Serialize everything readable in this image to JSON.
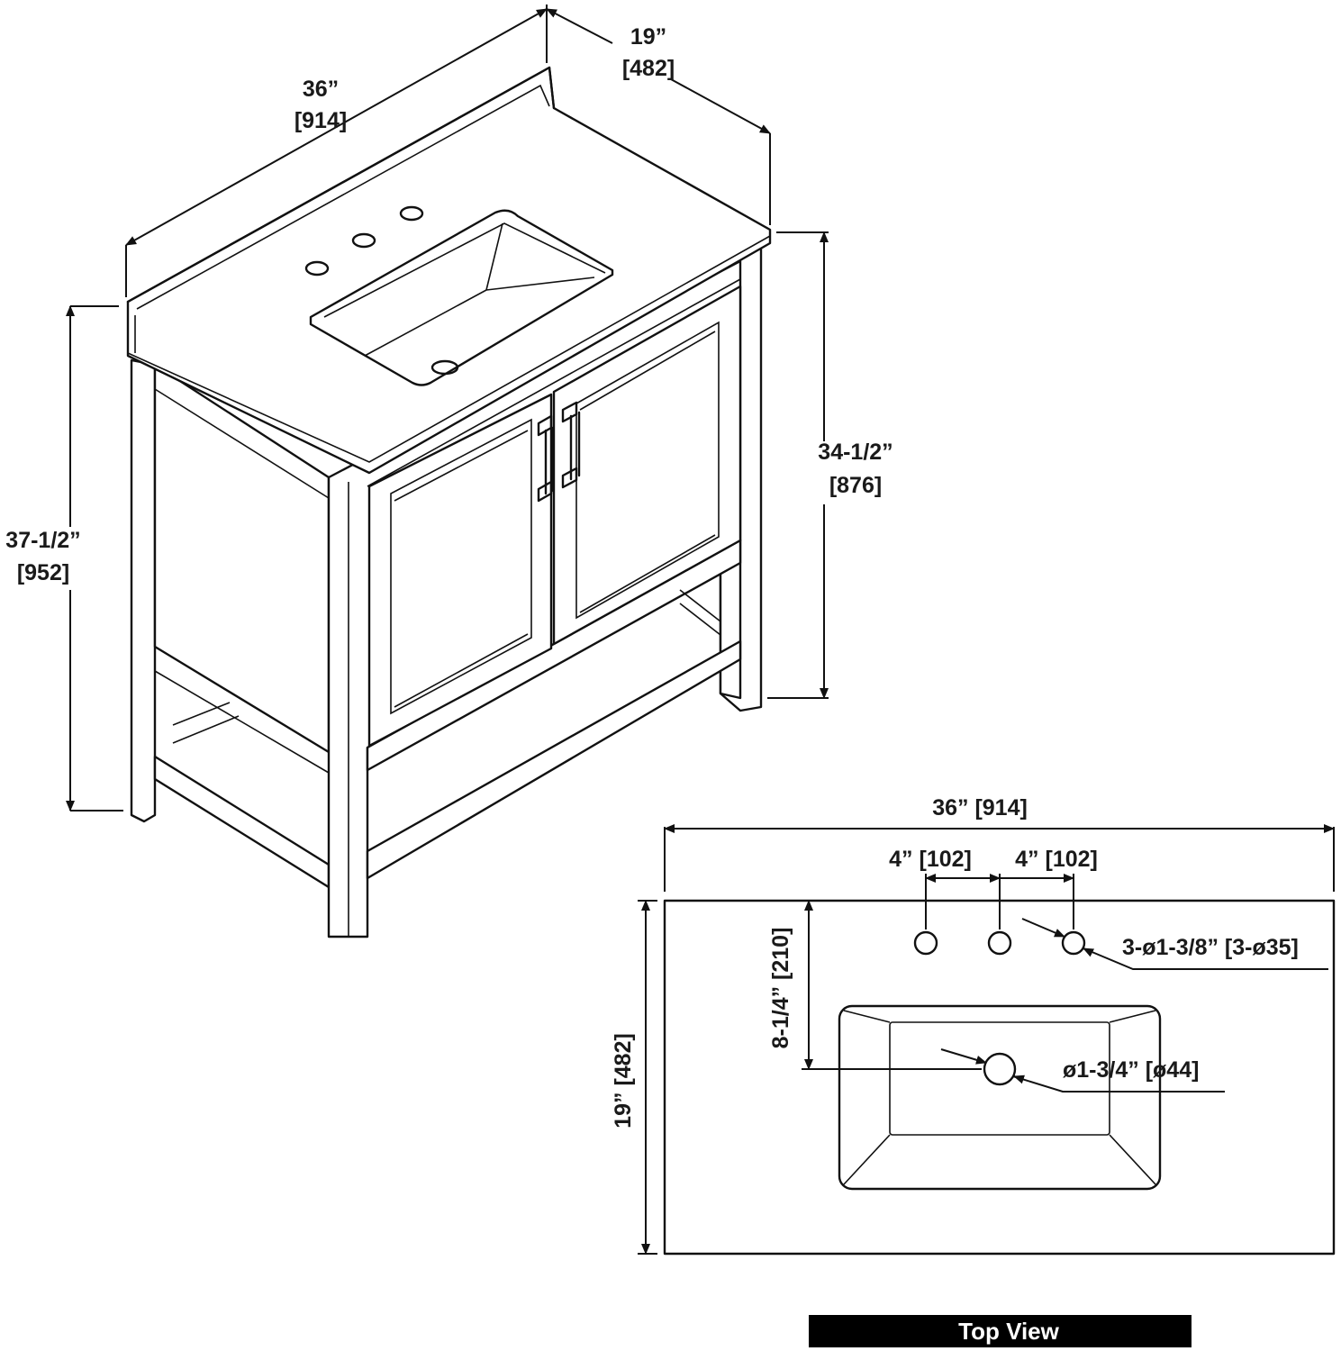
{
  "isometric": {
    "width_in": "36”",
    "width_mm": "[914]",
    "depth_in": "19”",
    "depth_mm": "[482]",
    "overall_height_in": "37-1/2”",
    "overall_height_mm": "[952]",
    "counter_height_in": "34-1/2”",
    "counter_height_mm": "[876]"
  },
  "top_view": {
    "width": "36” [914]",
    "spacing_left": "4” [102]",
    "spacing_right": "4” [102]",
    "faucet_holes": "3-ø1-3/8” [3-ø35]",
    "drain_offset": "8-1/4” [210]",
    "drain": "ø1-3/4” [ø44]",
    "depth": "19” [482]",
    "title": "Top View"
  }
}
